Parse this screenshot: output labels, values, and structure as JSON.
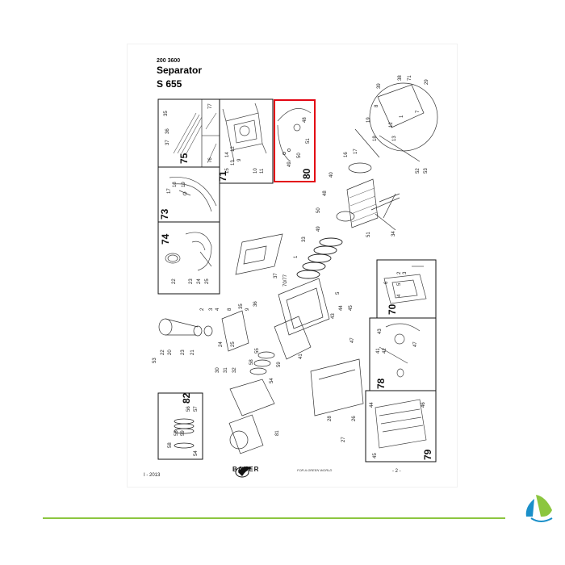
{
  "document": {
    "number": "200 3600",
    "title": "Separator",
    "model": "S 655",
    "date": "I - 2013",
    "page": "- 2 -",
    "brand": "BAUER",
    "tagline": "FOR A GREEN WORLD"
  },
  "highlight_color": "#e30613",
  "accent_color": "#8cc63f",
  "logo_color": "#1a8fc9",
  "boxes": [
    {
      "id": "75",
      "labels": [
        "35",
        "36",
        "37",
        "77",
        "76"
      ]
    },
    {
      "id": "71",
      "labels": [
        "14",
        "12",
        "13",
        "15",
        "11",
        "10",
        "9"
      ]
    },
    {
      "id": "80",
      "labels": [
        "48",
        "51",
        "49",
        "50"
      ]
    },
    {
      "id": "73",
      "labels": [
        "17",
        "18",
        "19"
      ]
    },
    {
      "id": "74",
      "labels": [
        "22",
        "23",
        "24",
        "25"
      ]
    },
    {
      "id": "70",
      "labels": [
        "2",
        "6",
        "5",
        "4",
        "3"
      ]
    },
    {
      "id": "78",
      "labels": [
        "43",
        "41",
        "42",
        "47"
      ]
    },
    {
      "id": "82",
      "labels": [
        "58",
        "55",
        "59",
        "54",
        "56",
        "57"
      ]
    },
    {
      "id": "79",
      "labels": [
        "44",
        "46",
        "45"
      ]
    }
  ],
  "free_labels": [
    "39",
    "38",
    "71",
    "29",
    "8",
    "7",
    "1",
    "12",
    "19",
    "18",
    "17",
    "13",
    "16",
    "52",
    "53",
    "40",
    "48",
    "50",
    "49",
    "51",
    "34",
    "33",
    "37",
    "70/77",
    "1",
    "5",
    "9",
    "8",
    "4",
    "3",
    "2",
    "21",
    "22",
    "20",
    "23",
    "53",
    "24",
    "25",
    "36",
    "35",
    "58",
    "55",
    "59",
    "54",
    "44",
    "45",
    "41",
    "43",
    "47",
    "30",
    "31",
    "32",
    "81",
    "26",
    "27",
    "28"
  ]
}
